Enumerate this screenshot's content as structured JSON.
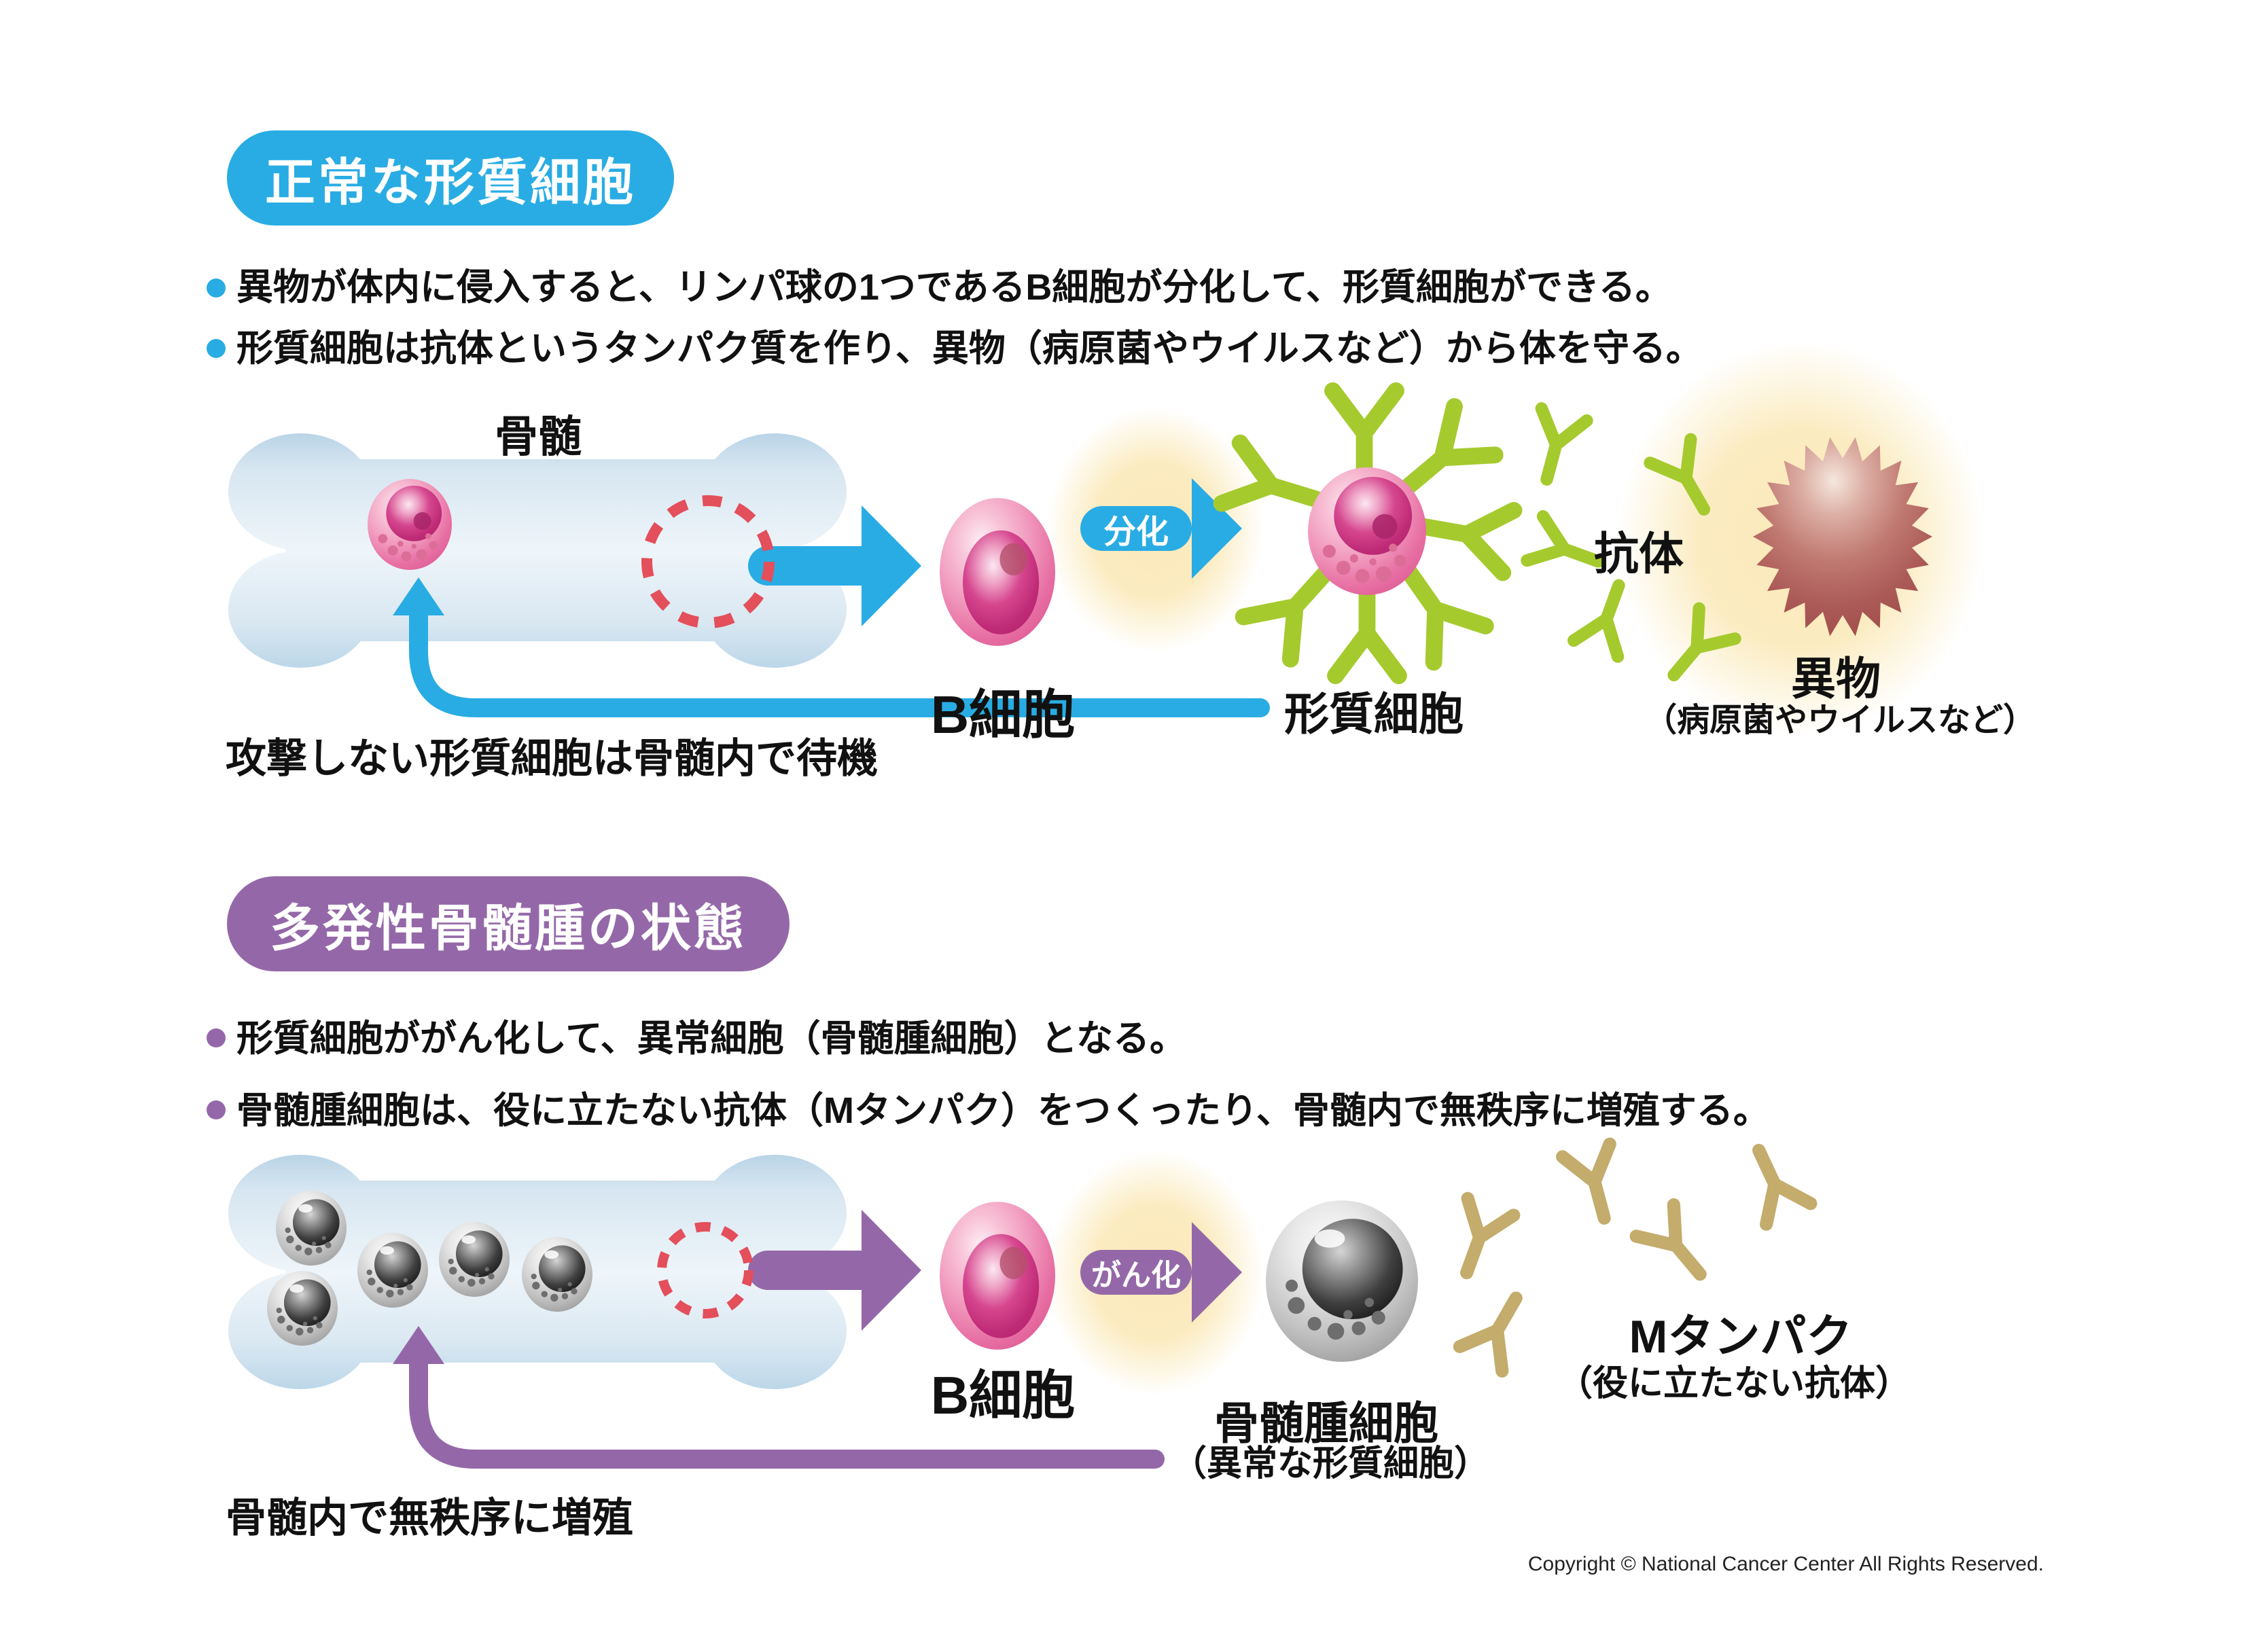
{
  "sections": [
    {
      "header": "正常な形質細胞",
      "bullets": [
        "異物が体内に侵入すると、リンパ球の1つであるB細胞が分化して、形質細胞ができる。",
        "形質細胞は抗体というタンパク質を作り、異物（病原菌やウイルスなど）から体を守る。"
      ],
      "labels": {
        "bone": "骨髄",
        "b_cell": "B細胞",
        "process_arrow": "分化",
        "result_cell": "形質細胞",
        "antibody": "抗体",
        "foreign_body": "異物",
        "foreign_body_sub": "（病原菌やウイルスなど）",
        "caption": "攻撃しない形質細胞は骨髄内で待機"
      }
    },
    {
      "header": "多発性骨髄腫の状態",
      "bullets": [
        "形質細胞ががん化して、異常細胞（骨髄腫細胞）となる。",
        "骨髄腫細胞は、役に立たない抗体（Mタンパク）をつくったり、骨髄内で無秩序に増殖する。"
      ],
      "labels": {
        "b_cell": "B細胞",
        "process_arrow": "がん化",
        "result_cell": "骨髄腫細胞",
        "result_cell_sub": "（異常な形質細胞）",
        "m_protein": "Mタンパク",
        "m_protein_sub": "（役に立たない抗体）",
        "caption": "骨髄内で無秩序に増殖"
      }
    }
  ],
  "footer": {
    "copyright": "Copyright © National Cancer Center All Rights Reserved."
  },
  "colors": {
    "section1_accent": "#29ACE3",
    "section2_accent": "#9468A8",
    "antibody_green": "#A5CA2E",
    "m_protein_tan": "#C3AC6C",
    "dashed_circle_red": "#E34F5B",
    "glow_yellow": "#FBE9B8",
    "bone_fill_light": "#EEF5FA",
    "bone_fill_edge": "#BCD6E8",
    "foreign_body_maroon": "#AC5B58"
  }
}
